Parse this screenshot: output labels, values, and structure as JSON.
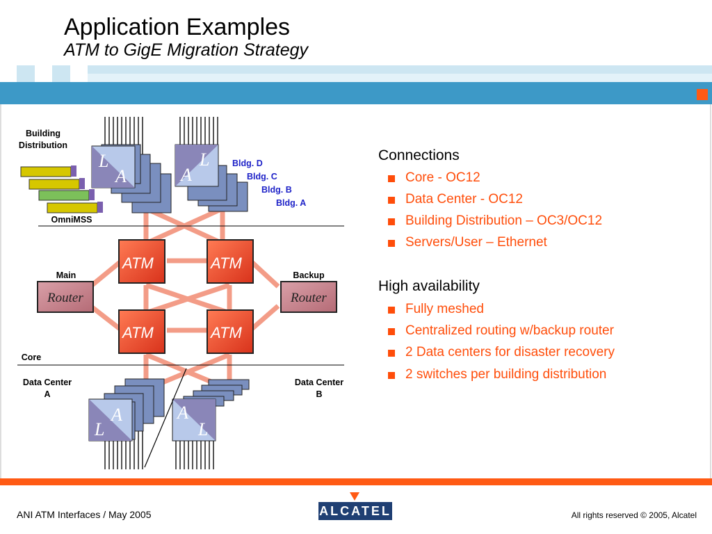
{
  "slide": {
    "title": "Application Examples",
    "subtitle": "ATM to GigE Migration Strategy"
  },
  "diagram": {
    "building_distribution": "Building\nDistribution",
    "building_distribution_l1": "Building",
    "building_distribution_l2": "Distribution",
    "omnimss": "OmniMSS",
    "bldg_d": "Bldg. D",
    "bldg_c": "Bldg. C",
    "bldg_b": "Bldg. B",
    "bldg_a": "Bldg. A",
    "main": "Main",
    "backup": "Backup",
    "router": "Router",
    "atm": "ATM",
    "core": "Core",
    "dc_a_l1": "Data Center",
    "dc_a_l2": "A",
    "dc_b_l1": "Data Center",
    "dc_b_l2": "B",
    "switch_letter_l": "L",
    "switch_letter_a": "A"
  },
  "connections": {
    "heading": "Connections",
    "items": [
      "Core - OC12",
      "Data Center - OC12",
      "Building Distribution – OC3/OC12",
      "Servers/User – Ethernet"
    ]
  },
  "availability": {
    "heading": "High availability",
    "items": [
      "Fully meshed",
      "Centralized routing w/backup router",
      "2 Data centers for disaster recovery",
      "2 switches per building distribution"
    ]
  },
  "footer": {
    "left": "ANI ATM Interfaces  / May 2005",
    "logo": "ALCATEL",
    "right": "All rights reserved © 2005, Alcatel"
  },
  "colors": {
    "accent_orange": "#ff5a14",
    "bullet_orange": "#ff4d0a",
    "band_blue": "#3d99c7",
    "building_label_blue": "#1f23c8"
  }
}
